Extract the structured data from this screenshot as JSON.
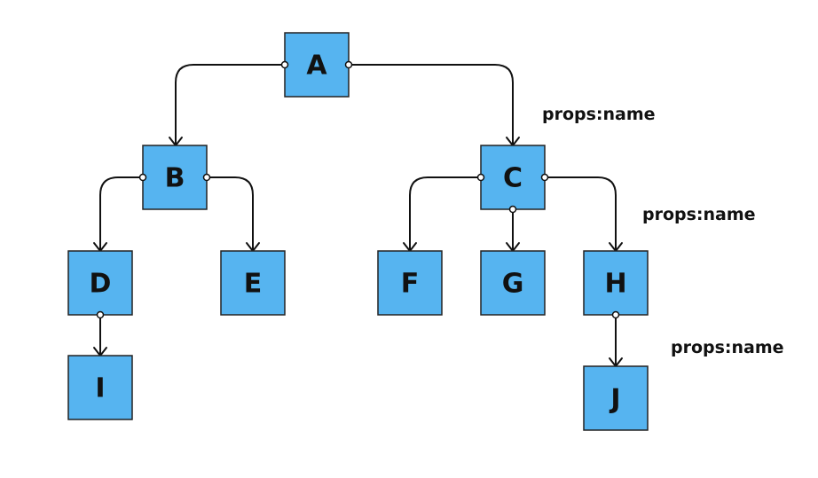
{
  "colors": {
    "node_fill": "#56b4f0",
    "node_stroke": "#222222",
    "edge": "#111111"
  },
  "nodes": {
    "A": "A",
    "B": "B",
    "C": "C",
    "D": "D",
    "E": "E",
    "F": "F",
    "G": "G",
    "H": "H",
    "I": "I",
    "J": "J"
  },
  "edges": [
    [
      "A",
      "B"
    ],
    [
      "A",
      "C"
    ],
    [
      "B",
      "D"
    ],
    [
      "B",
      "E"
    ],
    [
      "C",
      "F"
    ],
    [
      "C",
      "G"
    ],
    [
      "C",
      "H"
    ],
    [
      "D",
      "I"
    ],
    [
      "H",
      "J"
    ]
  ],
  "annotations": {
    "a_to_c": "props:name",
    "c_to_h": "props:name",
    "h_to_j": "props:name"
  }
}
